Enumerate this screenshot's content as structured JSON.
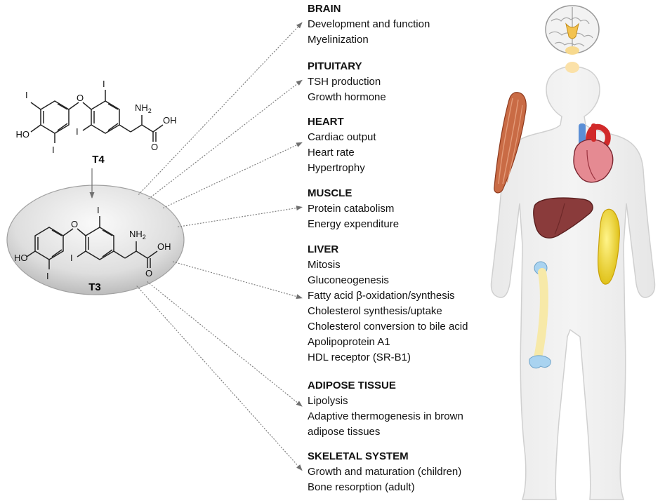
{
  "molecules": {
    "t4_label": "T4",
    "t3_label": "T3",
    "iodine": "I",
    "oxygen": "O",
    "hydroxyl": "HO",
    "amine": "NH",
    "amine_sub": "2",
    "acid_oh": "OH",
    "acid_o": "O"
  },
  "organs": [
    {
      "title": "BRAIN",
      "effects": [
        "Development and function",
        "Myelinization"
      ]
    },
    {
      "title": "PITUITARY",
      "effects": [
        "TSH production",
        "Growth hormone"
      ]
    },
    {
      "title": "HEART",
      "effects": [
        "Cardiac output",
        "Heart rate",
        "Hypertrophy"
      ]
    },
    {
      "title": "MUSCLE",
      "effects": [
        "Protein catabolism",
        "Energy expenditure"
      ]
    },
    {
      "title": "LIVER",
      "effects": [
        "Mitosis",
        "Gluconeogenesis",
        "Fatty acid β-oxidation/synthesis",
        "Cholesterol synthesis/uptake",
        "Cholesterol conversion to bile acid",
        "Apolipoprotein A1",
        "HDL receptor (SR-B1)"
      ]
    },
    {
      "title": "ADIPOSE TISSUE",
      "effects": [
        "Lipolysis",
        "Adaptive thermogenesis in brown",
        "adipose tissues"
      ]
    },
    {
      "title": "SKELETAL SYSTEM",
      "effects": [
        "Growth and maturation (children)",
        "Bone resorption (adult)"
      ]
    }
  ]
}
